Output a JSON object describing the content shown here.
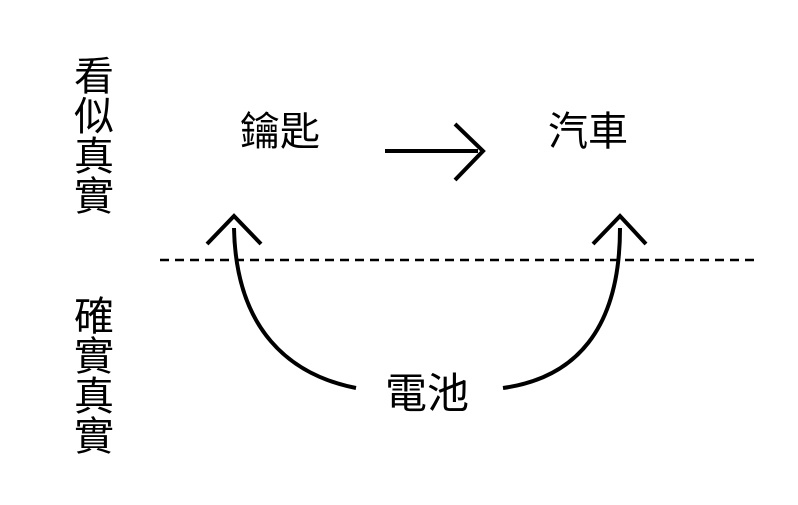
{
  "labels": {
    "seemingly_true": "看似真實",
    "actually_true": "確實真實"
  },
  "nodes": {
    "key": "鑰匙",
    "car": "汽車",
    "battery": "電池"
  },
  "colors": {
    "ink": "#000000",
    "background": "#ffffff"
  }
}
